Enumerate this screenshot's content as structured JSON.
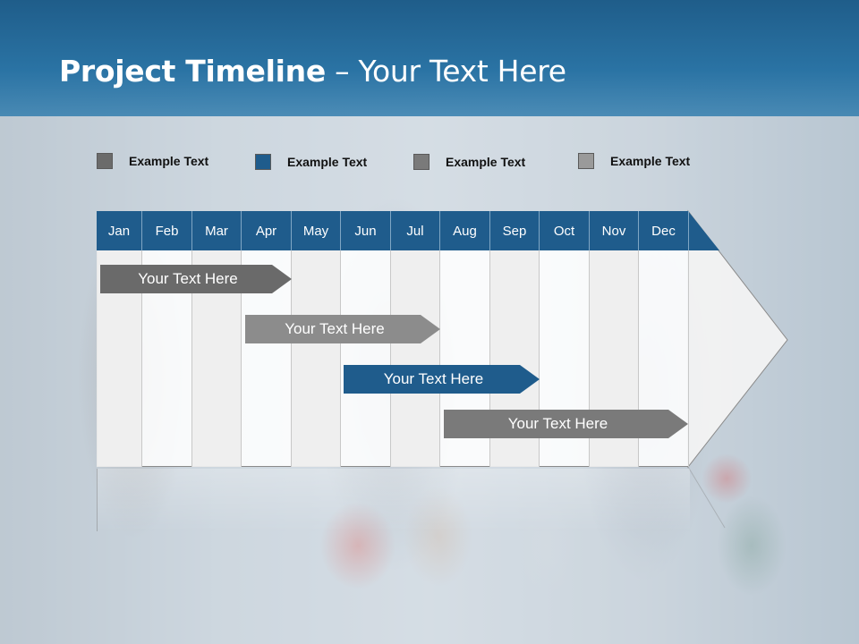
{
  "slide": {
    "title_bold": "Project Timeline",
    "title_rest": " – Your Text Here"
  },
  "legend": [
    {
      "label": "Example Text",
      "color": "#6b6b6b"
    },
    {
      "label": "Example Text",
      "color": "#1f5c8c"
    },
    {
      "label": "Example Text",
      "color": "#7a7a7a"
    },
    {
      "label": "Example Text",
      "color": "#9a9a9a"
    }
  ],
  "months": [
    "Jan",
    "Feb",
    "Mar",
    "Apr",
    "May",
    "Jun",
    "Jul",
    "Aug",
    "Sep",
    "Oct",
    "Nov",
    "Dec"
  ],
  "tasks": [
    {
      "label": "Your  Text Here",
      "color": "#6a6a6a",
      "start_month": "Jan",
      "end_month": "Apr"
    },
    {
      "label": "Your  Text Here",
      "color": "#8c8c8c",
      "start_month": "Apr",
      "end_month": "Jul"
    },
    {
      "label": "Your  Text Here",
      "color": "#1f5c8c",
      "start_month": "Jun",
      "end_month": "Sep"
    },
    {
      "label": "Your  Text Here",
      "color": "#7a7a7a",
      "start_month": "Aug",
      "end_month": "Dec"
    }
  ],
  "colors": {
    "header_blue": "#1f5d8a",
    "month_bar": "#1f5c8c"
  }
}
